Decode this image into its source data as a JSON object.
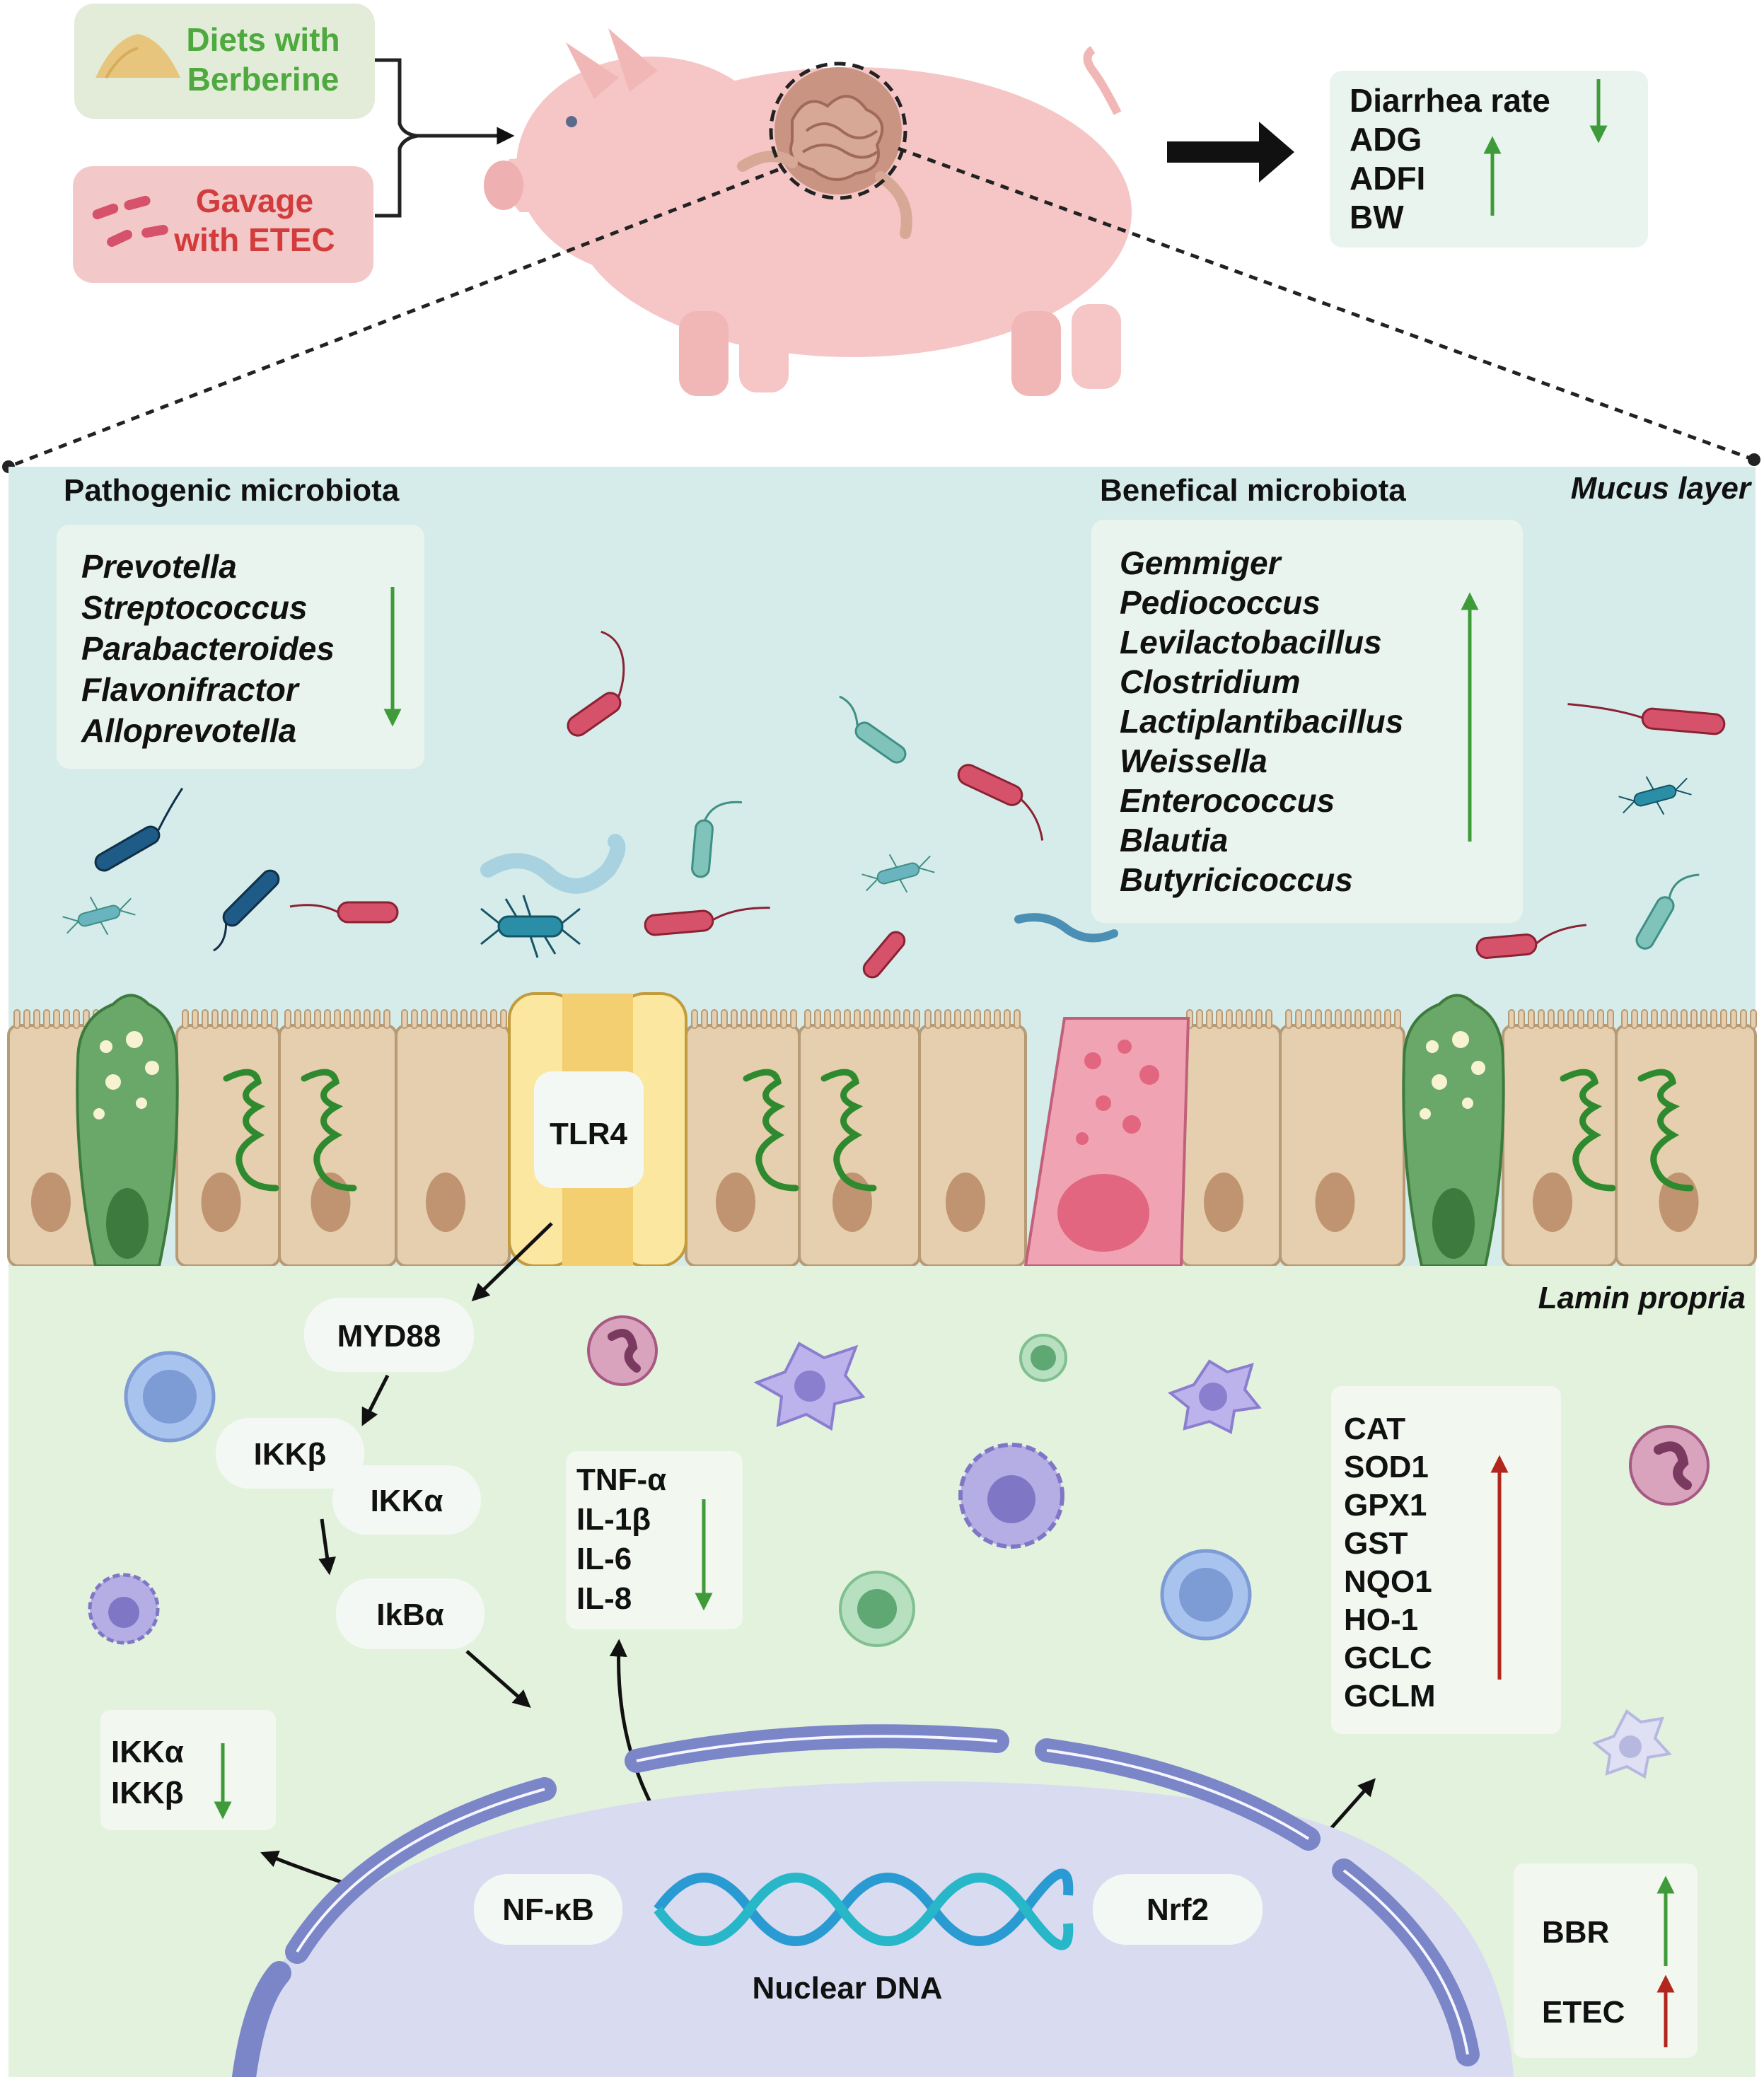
{
  "inputs": {
    "diet_label_line1": "Diets with",
    "diet_label_line2": "Berberine",
    "gavage_label_line1": "Gavage",
    "gavage_label_line2": "with ETEC"
  },
  "outcomes": {
    "items": [
      "Diarrhea rate",
      "ADG",
      "ADFI",
      "BW"
    ]
  },
  "mucus": {
    "layer_label": "Mucus layer",
    "pathogenic_title": "Pathogenic microbiota",
    "pathogenic_items": [
      "Prevotella",
      "Streptococcus",
      "Parabacteroides",
      "Flavonifractor",
      "Alloprevotella"
    ],
    "beneficial_title": "Benefical microbiota",
    "beneficial_items": [
      "Gemmiger",
      "Pediococcus",
      "Levilactobacillus",
      "Clostridium",
      "Lactiplantibacillus",
      "Weissella",
      "Enterococcus",
      "Blautia",
      "Butyricicoccus"
    ]
  },
  "epithelium": {
    "receptor": "TLR4",
    "lamina_label": "Lamin propria"
  },
  "pathway": {
    "myd88": "MYD88",
    "ikkb": "IKKβ",
    "ikka": "IKKα",
    "ikba": "IkBα",
    "nfkb": "NF-κB",
    "nrf2": "Nrf2",
    "dna": "Nuclear DNA"
  },
  "cytokines": [
    "TNF-α",
    "IL-1β",
    "IL-6",
    "IL-8"
  ],
  "ikk_down": [
    "IKKα",
    "IKKβ"
  ],
  "antioxidants": [
    "CAT",
    "SOD1",
    "GPX1",
    "GST",
    "NQO1",
    "HO-1",
    "GCLC",
    "GCLM"
  ],
  "legend": {
    "bbr": "BBR",
    "etec": "ETEC"
  },
  "colors": {
    "green_arrow": "#3f9b3a",
    "red_arrow": "#b3261e",
    "mucus_bg": "#d6ecea",
    "lamina_bg": "#e3f2dc",
    "nucleus": "#d9dcf0",
    "nucleus_envelope": "#7b86c9",
    "diet_box": "#e2ecd9",
    "gavage_box": "#f3c8c8"
  }
}
